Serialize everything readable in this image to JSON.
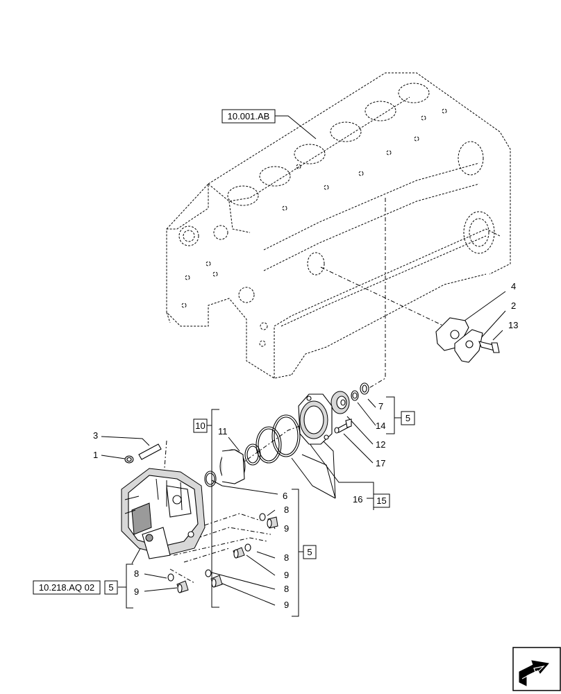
{
  "references": {
    "engine_block": "10.001.AB",
    "pump_ref": "10.218.AQ 02"
  },
  "boxed_numbers": {
    "box_10": "10",
    "box_5_upper": "5",
    "box_15": "15",
    "box_5_middle": "5",
    "box_5_lower": "5"
  },
  "part_labels": {
    "p4": "4",
    "p2": "2",
    "p13": "13",
    "p7": "7",
    "p14": "14",
    "p12": "12",
    "p17": "17",
    "p11": "11",
    "p16": "16",
    "p6": "6",
    "p3": "3",
    "p1": "1",
    "p8a": "8",
    "p9a": "9",
    "p8b": "8",
    "p9b": "9",
    "p8c": "8",
    "p9c": "9",
    "p8d": "8",
    "p9d": "9"
  },
  "nav": {
    "icon": "next-page-arrow-icon"
  }
}
